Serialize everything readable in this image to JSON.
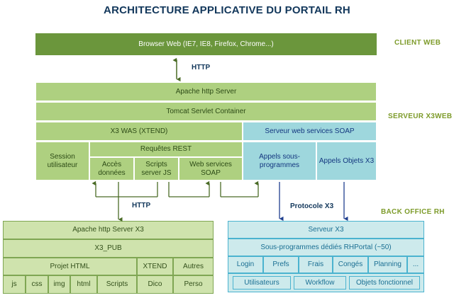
{
  "title": "ARCHITECTURE APPLICATIVE DU PORTAIL RH",
  "colors": {
    "green_dark": "#6b963c",
    "green": "#aed080",
    "green_light": "#cfe3ad",
    "blue": "#9ed7dd",
    "blue_light": "#cdeaec",
    "title_text": "#12375b",
    "section_label": "#7d9b2a",
    "arrow_green": "#4a6b26",
    "arrow_blue": "#1f3f8f"
  },
  "sections": [
    {
      "label": "CLIENT WEB"
    },
    {
      "label": "SERVEUR  X3WEB"
    },
    {
      "label": "BACK OFFICE RH"
    }
  ],
  "client": {
    "browser": "Browser Web (IE7, IE8, Firefox, Chrome...)"
  },
  "links": {
    "http_top": "HTTP",
    "http_bottom": "HTTP",
    "protocole_x3": "Protocole X3"
  },
  "x3web": {
    "apache": "Apache http Server",
    "tomcat": "Tomcat Servlet Container",
    "was": "X3 WAS (XTEND)",
    "soap_server": "Serveur web services SOAP",
    "session": "Session utilisateur",
    "requetes_rest": "Requêtes REST",
    "rest_cells": [
      "Accès données",
      "Scripts server JS",
      "Web services SOAP"
    ],
    "appels_sous_programmes": "Appels sous-programmes",
    "appels_objets_x3": "Appels Objets X3"
  },
  "web_x3": {
    "apache": "Apache http Server X3",
    "pub": "X3_PUB",
    "projet_html": "Projet HTML",
    "xtend": "XTEND",
    "autres": "Autres",
    "leaves": [
      "js",
      "css",
      "img",
      "html",
      "Scripts",
      "Dico",
      "Perso"
    ]
  },
  "back_office": {
    "serveur": "Serveur X3",
    "sous_programmes": "Sous-programmes dédiés RHPortal (~50)",
    "modules": [
      "Login",
      "Prefs",
      "Frais",
      "Congés",
      "Planning",
      "..."
    ],
    "pills": [
      "Utilisateurs",
      "Workflow",
      "Objets fonctionnel"
    ]
  }
}
